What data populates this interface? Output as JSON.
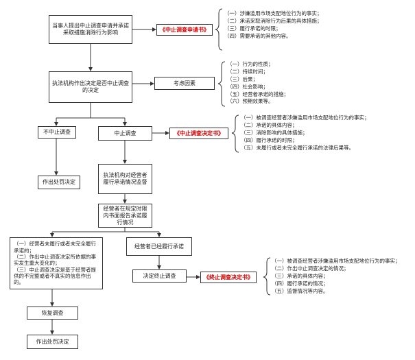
{
  "nodes": {
    "apply": "当事人提出中止调查申请并承诺采取措施消除行为影响",
    "decide": "执法机构作出决定是否中止调查的决定",
    "factors": "考虑因素",
    "no_suspend": "不中止调查",
    "suspend": "中止调查",
    "penalty1": "作出处罚决定",
    "supervise": "执法机构对经营者履行承诺情况监督",
    "report": "经营者在规定时限内书面报告承诺履行情况",
    "not_fulfilled": "（一）经营者未履行或者未完全履行承诺的；\n（二）作出中止调查决定所依据的事实发生重大变化的；\n（三）中止调查决定是基于经营者提供的不完整或者不真实的信息作出的。",
    "fulfilled": "经营者已经履行承诺",
    "resume": "恢复调查",
    "terminate": "决定终止调查",
    "penalty2": "作出处罚决定"
  },
  "docs": {
    "application": "《中止调查申请书》",
    "suspend_decision": "《中止调查决定书》",
    "terminate_decision": "《终止调查决定书》"
  },
  "lists": {
    "application": [
      "（一）涉嫌滥用市场支配地位行为的事实；",
      "（二）承诺采取消除行为后果的具体措施；",
      "（三）履行承诺的时限；",
      "（四）需要承诺的其他内容。"
    ],
    "factors": [
      "（一）行为的性质；",
      "（二）持续时间；",
      "（三）后果；",
      "（四）社会影响；",
      "（五）经营者承诺的措施；",
      "（六）预期效果等。"
    ],
    "suspend_decision": [
      "（一）被调查经营者涉嫌滥用市场支配地位行为的事实；",
      "（二）承诺的具体内容；",
      "（三）消除影响的具体措施；",
      "（四）履行承诺的时限；",
      "（五）未履行或者未完全履行承诺的法律后果等。"
    ],
    "terminate_decision": [
      "（一）被调查经营者涉嫌滥用市场支配地位行为的事实；",
      "（二）作出中止调查决定的情况；",
      "（三）承诺的具体内容；",
      "（四）履行承诺的情况；",
      "（五）监督情况等内容。"
    ]
  },
  "colors": {
    "doc_text": "#d40000",
    "line": "#333333"
  }
}
